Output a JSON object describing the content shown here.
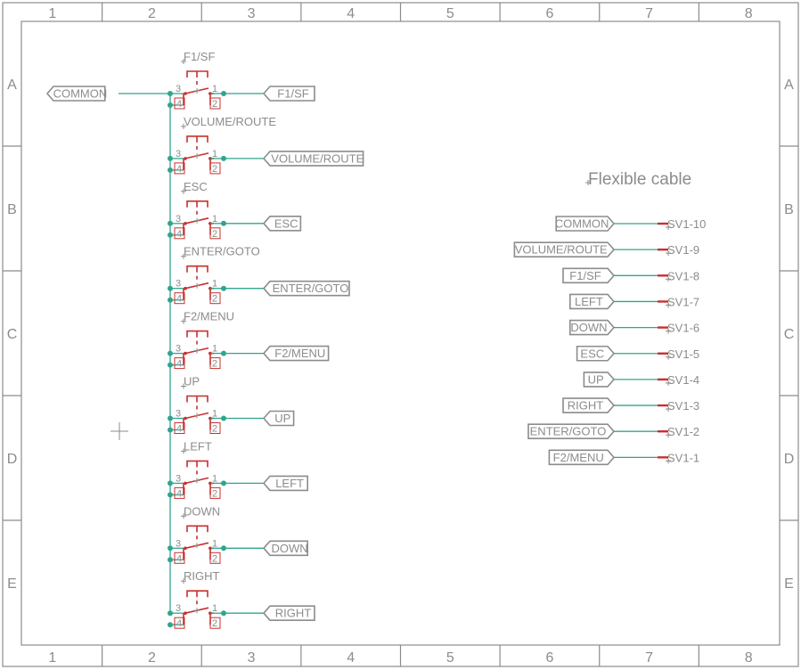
{
  "frame": {
    "columns": [
      "1",
      "2",
      "3",
      "4",
      "5",
      "6",
      "7",
      "8"
    ],
    "rows": [
      "A",
      "B",
      "C",
      "D",
      "E"
    ]
  },
  "common_flag": "COMMON",
  "switches": [
    {
      "name": "F1/SF",
      "net": "F1/SF"
    },
    {
      "name": "VOLUME/ROUTE",
      "net": "VOLUME/ROUTE"
    },
    {
      "name": "ESC",
      "net": "ESC"
    },
    {
      "name": "ENTER/GOTO",
      "net": "ENTER/GOTO"
    },
    {
      "name": "F2/MENU",
      "net": "F2/MENU"
    },
    {
      "name": "UP",
      "net": "UP"
    },
    {
      "name": "LEFT",
      "net": "LEFT"
    },
    {
      "name": "DOWN",
      "net": "DOWN"
    },
    {
      "name": "RIGHT",
      "net": "RIGHT"
    }
  ],
  "pin_numbers": [
    "1",
    "2",
    "3",
    "4"
  ],
  "connector_title": "Flexible cable",
  "connector": [
    {
      "net": "COMMON",
      "pin": "SV1-10"
    },
    {
      "net": "VOLUME/ROUTE",
      "pin": "SV1-9"
    },
    {
      "net": "F1/SF",
      "pin": "SV1-8"
    },
    {
      "net": "LEFT",
      "pin": "SV1-7"
    },
    {
      "net": "DOWN",
      "pin": "SV1-6"
    },
    {
      "net": "ESC",
      "pin": "SV1-5"
    },
    {
      "net": "UP",
      "pin": "SV1-4"
    },
    {
      "net": "RIGHT",
      "pin": "SV1-3"
    },
    {
      "net": "ENTER/GOTO",
      "pin": "SV1-2"
    },
    {
      "net": "F2/MENU",
      "pin": "SV1-1"
    }
  ],
  "colors": {
    "wire": "#2fa58e",
    "part": "#c8302e",
    "frame": "#8c8c8c"
  }
}
